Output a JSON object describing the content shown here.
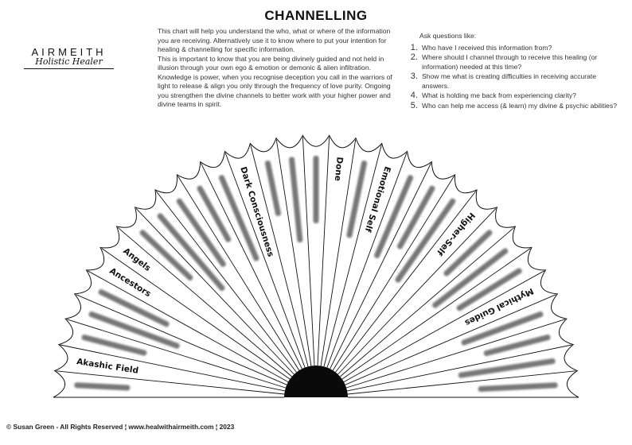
{
  "title": "CHANNELLING",
  "brand": {
    "name": "AIRMEITH",
    "tagline": "Holistic Healer"
  },
  "intro": [
    "This chart will help you understand the who, what or where of the information you are receiving. Alternatively use it to know where to put your intention for healing & channelling for specific information.",
    "This is important to know that you are being divinely guided and not held in illusion through your own ego & emotion or demonic & alien infiltration.",
    "Knowledge is power, when you recognise deception you call in the warriors of light to release & align you only through the frequency of love purity. Ongoing you strengthen the divine channels to better work with your higher power and divine teams in spirit."
  ],
  "questions": {
    "heading": "Ask questions like:",
    "items": [
      "Who have I received this information from?",
      "Where should I channel through to receive this healing (or information) needed at this time?",
      "Show me what is creating difficulties in receiving accurate answers.",
      "What is holding me back from experiencing clarity?",
      "Who can help me access (& learn) my divine & psychic abilities?"
    ]
  },
  "fan": {
    "labels": [
      {
        "text": "Akashic Field",
        "segment": 1
      },
      {
        "text": "Ancestors",
        "segment": 5
      },
      {
        "text": "Angels",
        "segment": 6
      },
      {
        "text": "Dark Consciousness",
        "segment": 12
      },
      {
        "text": "Done",
        "segment": 16
      },
      {
        "text": "Emotional Self",
        "segment": 18
      },
      {
        "text": "Higher-Self",
        "segment": 22
      },
      {
        "text": "Mythical Guides",
        "segment": 26
      }
    ]
  },
  "footer": "© Susan Green - All Rights Reserved ¦ www.healwithairmeith.com ¦ 2023"
}
